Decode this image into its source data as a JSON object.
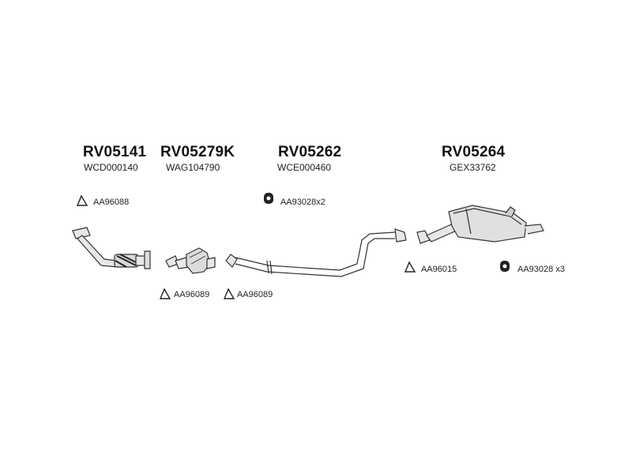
{
  "groups": [
    {
      "part_number": "RV05141",
      "code": "WCD000140"
    },
    {
      "part_number": "RV05279K",
      "code": "WAG104790"
    },
    {
      "part_number": "RV05262",
      "code": "WCE000460"
    },
    {
      "part_number": "RV05264",
      "code": "GEX33762"
    }
  ],
  "accessories": [
    {
      "label": "AA96088",
      "icon": "gasket-icon"
    },
    {
      "label": "AA93028x2",
      "icon": "rubber-mount-icon"
    },
    {
      "label": "AA96089",
      "icon": "gasket-icon"
    },
    {
      "label": "AA96089",
      "icon": "gasket-icon"
    },
    {
      "label": "AA96015",
      "icon": "gasket-icon"
    },
    {
      "label": "AA93028 x3",
      "icon": "rubber-mount-icon"
    }
  ],
  "colors": {
    "line": "#333333",
    "fill": "#e6e6e6",
    "dark": "#222222"
  }
}
